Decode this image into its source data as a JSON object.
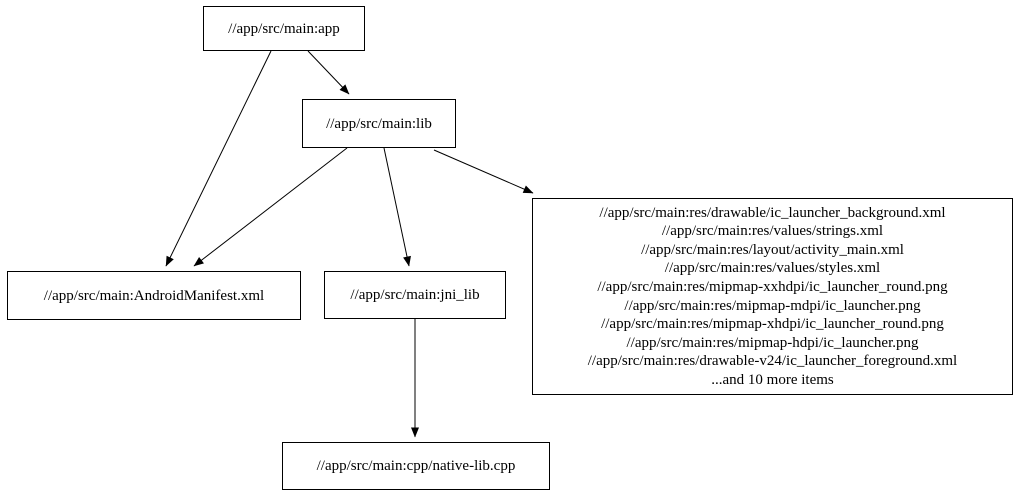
{
  "diagram": {
    "type": "dependency-graph",
    "background_color": "#ffffff",
    "node_border_color": "#000000",
    "text_color": "#000000",
    "nodes": {
      "app": {
        "label": "//app/src/main:app"
      },
      "lib": {
        "label": "//app/src/main:lib"
      },
      "manifest": {
        "label": "//app/src/main:AndroidManifest.xml"
      },
      "jni_lib": {
        "label": "//app/src/main:jni_lib"
      },
      "resources": {
        "lines": [
          "//app/src/main:res/drawable/ic_launcher_background.xml",
          "//app/src/main:res/values/strings.xml",
          "//app/src/main:res/layout/activity_main.xml",
          "//app/src/main:res/values/styles.xml",
          "//app/src/main:res/mipmap-xxhdpi/ic_launcher_round.png",
          "//app/src/main:res/mipmap-mdpi/ic_launcher.png",
          "//app/src/main:res/mipmap-xhdpi/ic_launcher_round.png",
          "//app/src/main:res/mipmap-hdpi/ic_launcher.png",
          "//app/src/main:res/drawable-v24/ic_launcher_foreground.xml",
          "...and 10 more items"
        ]
      },
      "native_cpp": {
        "label": "//app/src/main:cpp/native-lib.cpp"
      }
    },
    "edges": [
      {
        "from": "app",
        "to": "lib"
      },
      {
        "from": "app",
        "to": "manifest"
      },
      {
        "from": "lib",
        "to": "manifest"
      },
      {
        "from": "lib",
        "to": "jni_lib"
      },
      {
        "from": "lib",
        "to": "resources"
      },
      {
        "from": "jni_lib",
        "to": "native_cpp"
      }
    ]
  }
}
